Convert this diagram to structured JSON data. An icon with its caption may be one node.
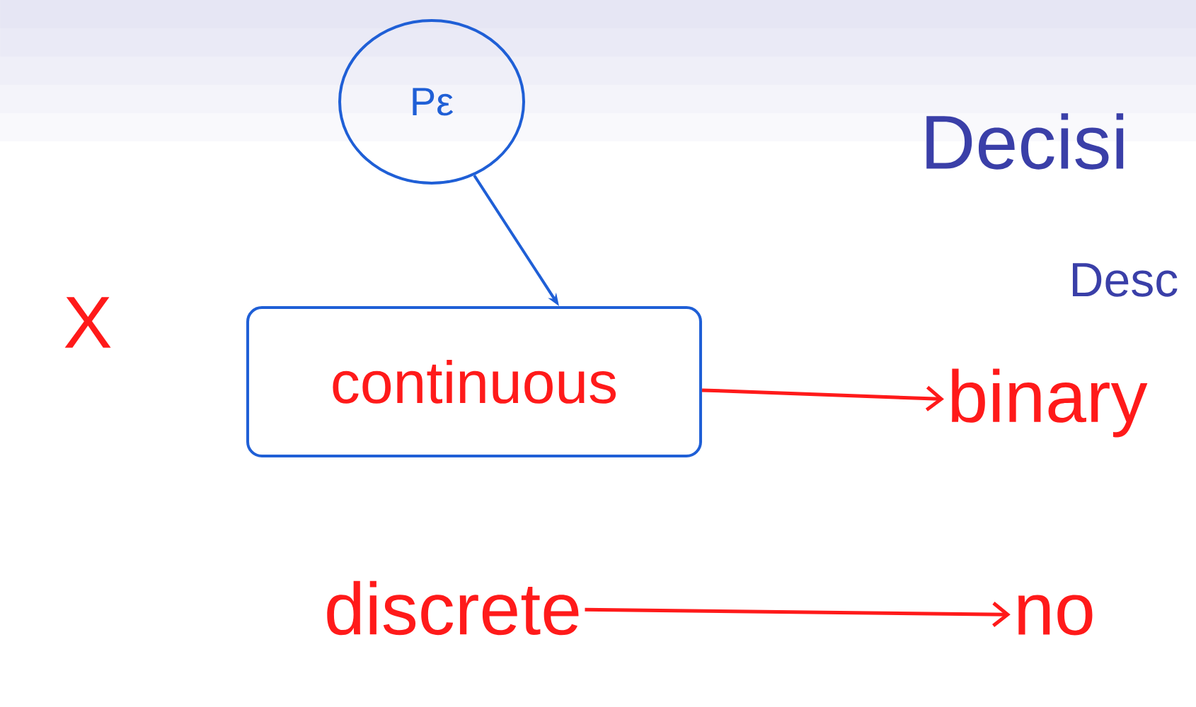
{
  "diagram": {
    "nodes": [
      {
        "text": [
          "Pε"
        ]
      },
      {
        "text": [
          "continuous"
        ]
      },
      {
        "text": [
          "binary"
        ]
      },
      {
        "text": [
          "discrete"
        ]
      },
      {
        "text": [
          "no"
        ]
      }
    ],
    "edges": [
      {
        "from": 0,
        "to": 1,
        "arrow": "to",
        "color": "#1f5fd6"
      },
      {
        "from": 1,
        "to": 2,
        "arrow": "to"
      },
      {
        "from": 3,
        "to": 4,
        "arrow": "to"
      }
    ],
    "labels": [
      "X",
      "Decisi",
      "Desc"
    ]
  }
}
